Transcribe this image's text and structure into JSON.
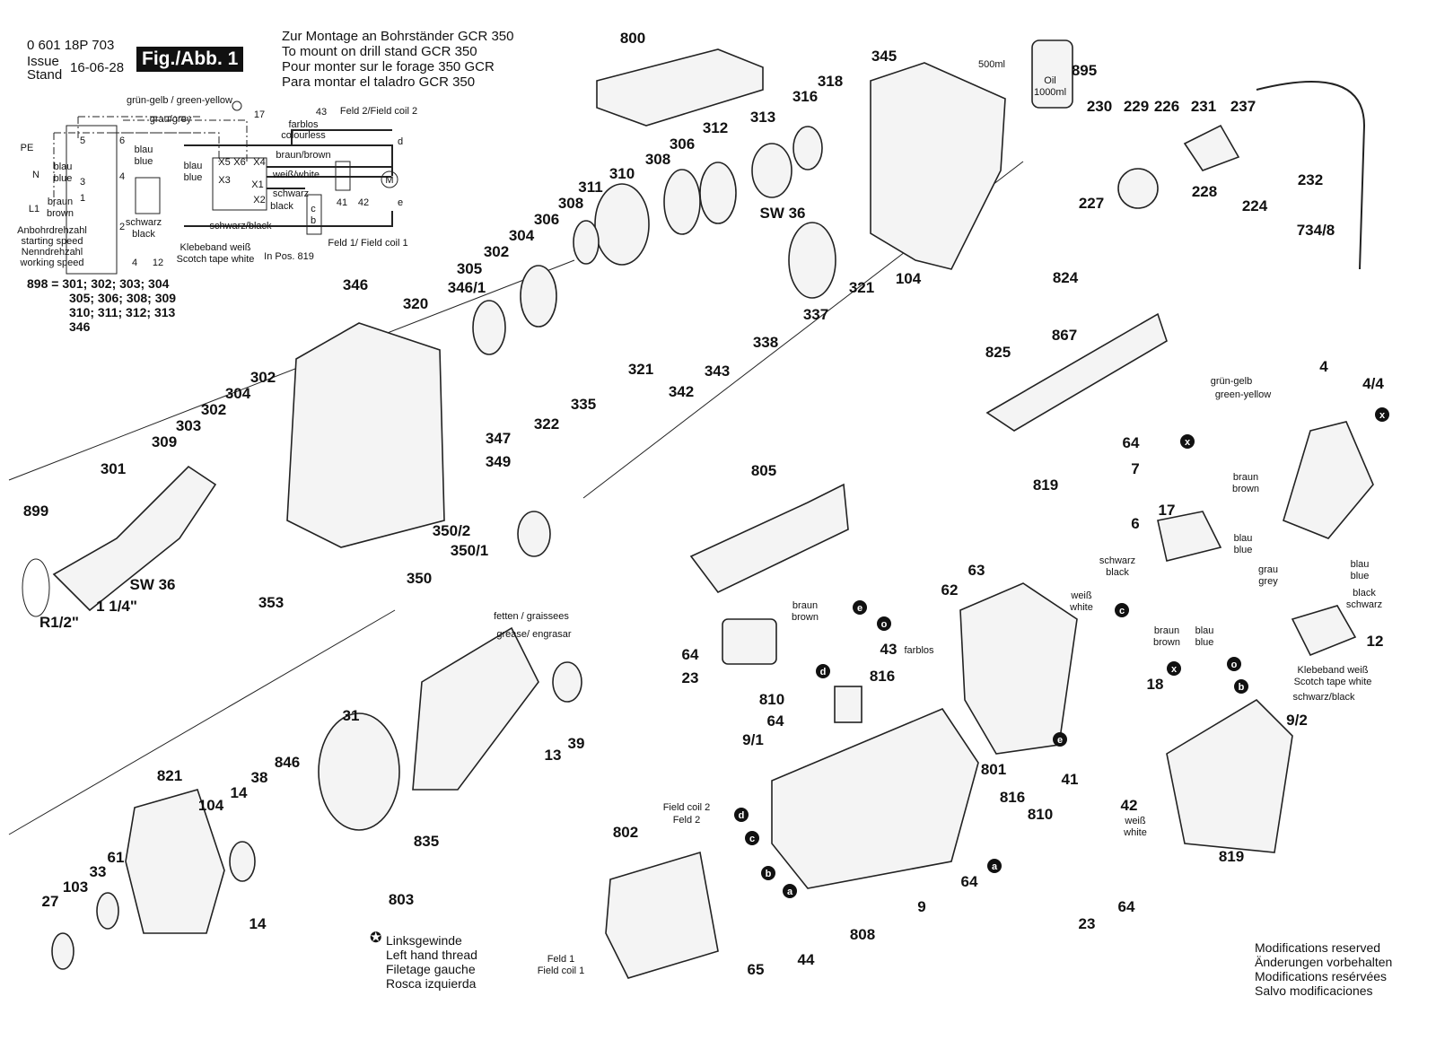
{
  "header": {
    "doc_number": "0 601 18P 703",
    "issue_label": "Issue",
    "stand_label": "Stand",
    "date": "16-06-28",
    "figure": "Fig./Abb. 1",
    "mount_lines": [
      "Zur Montage an Bohrständer GCR 350",
      "To mount on drill stand GCR 350",
      "Pour monter sur le forage 350 GCR",
      "Para montar el taladro GCR 350"
    ]
  },
  "wiring": {
    "labels": [
      "grün-gelb / green-yellow",
      "grau/grey",
      "17",
      "43",
      "Feld 2/Field coil 2",
      "farblos",
      "colourless",
      "PE",
      "N",
      "blau",
      "blue",
      "3",
      "L1",
      "braun",
      "brown",
      "1",
      "5",
      "6",
      "4",
      "2",
      "blau",
      "blue",
      "blau",
      "blue",
      "X5",
      "X6",
      "X4",
      "X3",
      "X1",
      "X2",
      "braun/brown",
      "weiß/white",
      "schwarz",
      "black",
      "41",
      "42",
      "M",
      "schwarz",
      "black",
      "schwarz/black",
      "Anbohrdrehzahl",
      "starting speed",
      "Nenndrehzahl",
      "working speed",
      "4",
      "12",
      "Klebeband weiß",
      "Scotch tape white",
      "In Pos. 819",
      "Feld 1/ Field coil 1",
      "d",
      "e",
      "c",
      "b"
    ]
  },
  "kit_898": [
    "898 = 301; 302; 303; 304",
    "305; 306; 308; 309",
    "310; 311; 312; 313",
    "346"
  ],
  "parts": [
    "800",
    "345",
    "895",
    "318",
    "316",
    "313",
    "312",
    "306",
    "308",
    "310",
    "311",
    "308",
    "306",
    "304",
    "302",
    "305",
    "SW 36",
    "230",
    "229",
    "226",
    "231",
    "237",
    "232",
    "227",
    "228",
    "224",
    "734/8",
    "321",
    "104",
    "337",
    "338",
    "343",
    "342",
    "321",
    "335",
    "322",
    "346",
    "320",
    "346/1",
    "347",
    "349",
    "350/2",
    "350/1",
    "350",
    "302",
    "304",
    "302",
    "303",
    "309",
    "301",
    "899",
    "SW 36",
    "1 1/4\"",
    "R1/2\"",
    "353",
    "824",
    "825",
    "867",
    "4",
    "4/4",
    "64",
    "7",
    "819",
    "6",
    "17",
    "63",
    "62",
    "805",
    "12",
    "18",
    "9/2",
    "819",
    "801",
    "41",
    "42",
    "816",
    "810",
    "64",
    "23",
    "64",
    "9",
    "808",
    "802",
    "65",
    "44",
    "64",
    "23",
    "810",
    "64",
    "816",
    "9/1",
    "43",
    "31",
    "39",
    "13",
    "821",
    "104",
    "14",
    "38",
    "846",
    "61",
    "33",
    "103",
    "27",
    "835",
    "803",
    "14"
  ],
  "annotations": [
    "500ml",
    "Oil",
    "1000ml",
    "grün-gelb",
    "green-yellow",
    "braun",
    "brown",
    "blau",
    "blue",
    "grau",
    "grey",
    "blau",
    "blue",
    "black",
    "schwarz",
    "schwarz",
    "black",
    "weiß",
    "white",
    "braun",
    "brown",
    "blau",
    "blue",
    "Klebeband weiß",
    "Scotch tape white",
    "schwarz/black",
    "braun",
    "brown",
    "farblos",
    "fetten / graissees",
    "grease/ engrasar",
    "Field coil 2",
    "Feld 2",
    "Feld 1",
    "Field coil 1",
    "weiß",
    "white"
  ],
  "markers": [
    "x",
    "x",
    "x",
    "e",
    "o",
    "d",
    "c",
    "o",
    "b",
    "e",
    "d",
    "c",
    "b",
    "a",
    "a"
  ],
  "legend": [
    "Linksgewinde",
    "Left hand thread",
    "Filetage gauche",
    "Rosca izquierda"
  ],
  "modifications": [
    "Modifications reserved",
    "Änderungen vorbehalten",
    "Modifications resérvées",
    "Salvo modificaciones"
  ]
}
